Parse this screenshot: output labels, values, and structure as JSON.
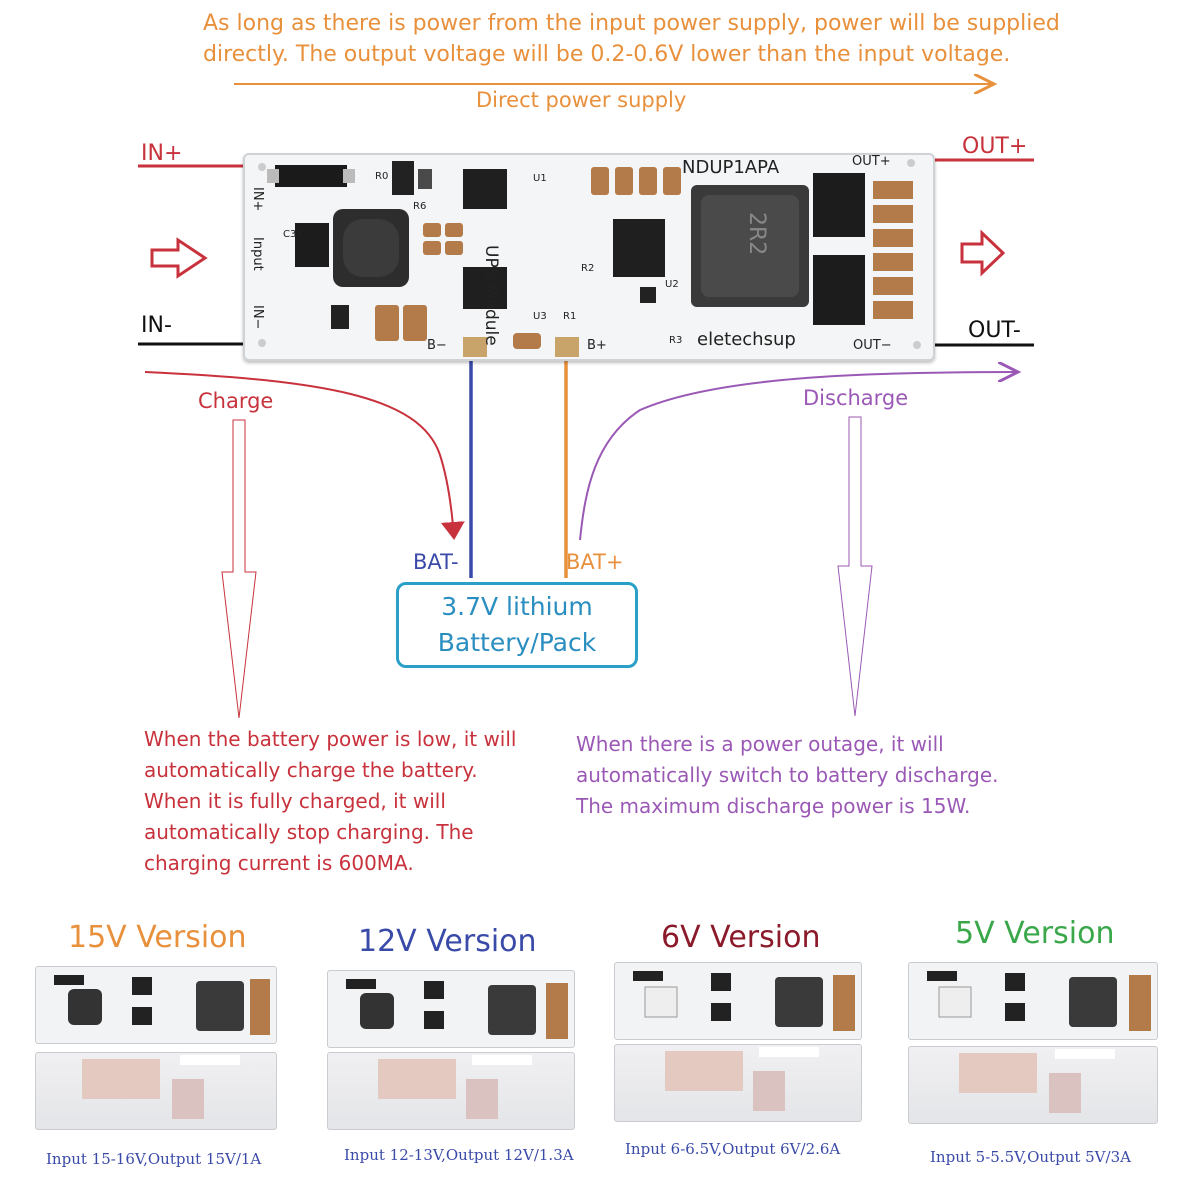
{
  "top_note": "As long as there is power from the input power supply, power will be supplied directly. The output voltage will be 0.2-0.6V lower than the input voltage.",
  "direct_supply_label": "Direct power supply",
  "pins": {
    "in_plus": "IN+",
    "in_minus": "IN-",
    "out_plus": "OUT+",
    "out_minus": "OUT-",
    "bat_minus": "BAT-",
    "bat_plus": "BAT+"
  },
  "board": {
    "model": "NDUP1APA",
    "brand": "eletechsup",
    "module_text": "UPS Module",
    "silk_in_plus": "IN+",
    "silk_input": "Input",
    "silk_in_minus": "IN−",
    "silk_out_plus": "OUT+",
    "silk_out_minus": "OUT−",
    "silk_b_minus": "B−",
    "silk_b_plus": "B+",
    "silk_refs": [
      "R0",
      "R6",
      "U1",
      "C33",
      "U3",
      "R1",
      "R2",
      "U2",
      "R3"
    ],
    "inductor_code": "2R2"
  },
  "flows": {
    "charge": "Charge",
    "discharge": "Discharge"
  },
  "battery": {
    "line1": "3.7V lithium",
    "line2": "Battery/Pack"
  },
  "charge_desc": [
    "When the battery power is low, it will",
    "automatically charge the battery.",
    "When it is fully charged, it will",
    "automatically stop charging. The",
    "charging current is 600MA."
  ],
  "discharge_desc": [
    "When there is a power outage, it will",
    "automatically switch to battery discharge.",
    "The maximum discharge power is 15W."
  ],
  "colors": {
    "orange": "#e8903c",
    "red": "#c8323c",
    "purple": "#9b59b6",
    "blue": "#3a4aa8",
    "battery_box": "#2aa0c9",
    "green": "#3aa84a"
  },
  "versions": [
    {
      "title": "15V Version",
      "color": "#e8903c",
      "caption": "Input 15-16V,Output 15V/1A"
    },
    {
      "title": "12V Version",
      "color": "#3a4aa8",
      "caption": "Input 12-13V,Output 12V/1.3A"
    },
    {
      "title": "6V Version",
      "color": "#8b1a2a",
      "caption": "Input 6-6.5V,Output 6V/2.6A"
    },
    {
      "title": "5V Version",
      "color": "#3aa84a",
      "caption": "Input 5-5.5V,Output 5V/3A"
    }
  ]
}
